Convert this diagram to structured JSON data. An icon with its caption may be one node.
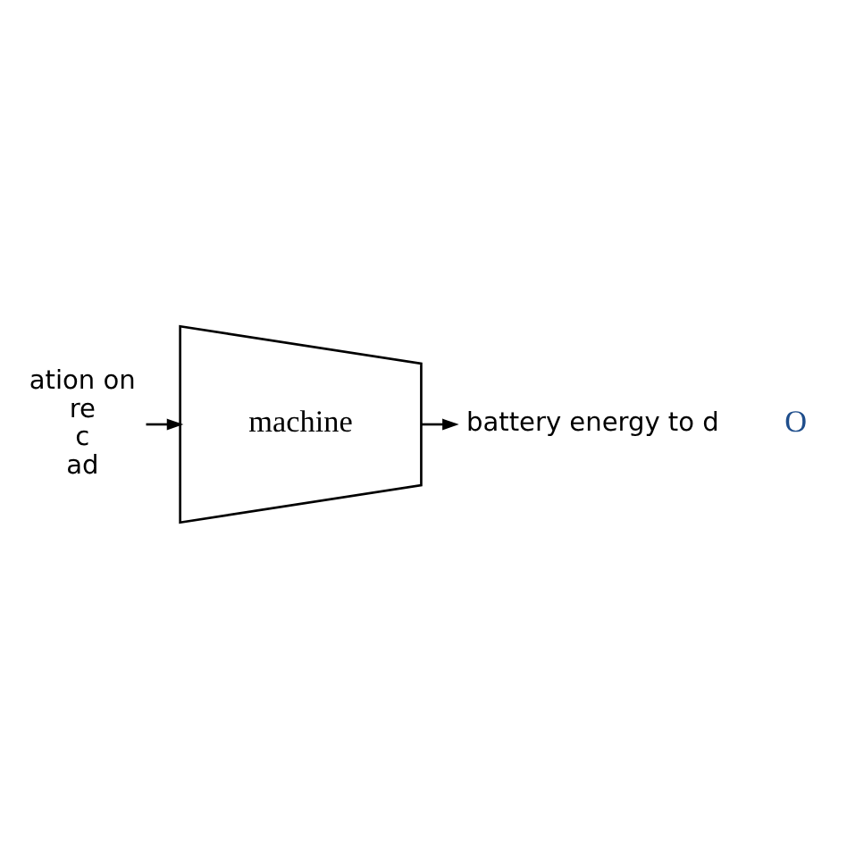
{
  "diagram": {
    "nodes": [
      {
        "text": [
          "ation on",
          "re",
          "c",
          "ad"
        ]
      },
      {
        "text": [
          "machine"
        ]
      },
      {
        "text": [
          "battery energy to d"
        ]
      }
    ],
    "edges": [
      {
        "from": 0,
        "to": 1,
        "arrow": "to"
      },
      {
        "from": 1,
        "to": 2,
        "arrow": "to"
      }
    ],
    "labels": [
      "O"
    ]
  }
}
